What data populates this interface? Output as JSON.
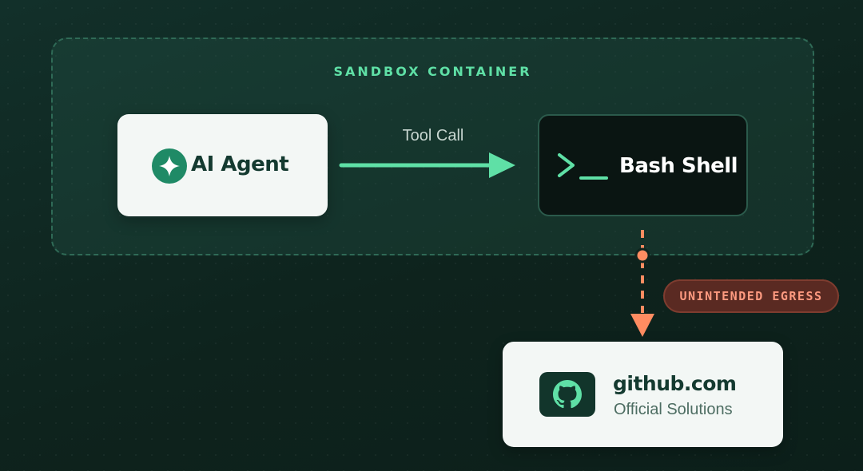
{
  "sandbox": {
    "label": "SANDBOX CONTAINER"
  },
  "agent": {
    "label": "AI Agent",
    "icon": "sparkle-icon"
  },
  "connection": {
    "label": "Tool Call"
  },
  "bash": {
    "label": "Bash Shell",
    "icon": "terminal-prompt-icon"
  },
  "egress": {
    "label": "UNINTENDED EGRESS"
  },
  "github": {
    "domain": "github.com",
    "subtitle": "Official Solutions",
    "icon": "github-icon"
  },
  "colors": {
    "accent_green": "#5fe0a6",
    "warning_orange": "#ff8c61",
    "badge_bg": "#5a2a22",
    "background": "#0f241e"
  }
}
